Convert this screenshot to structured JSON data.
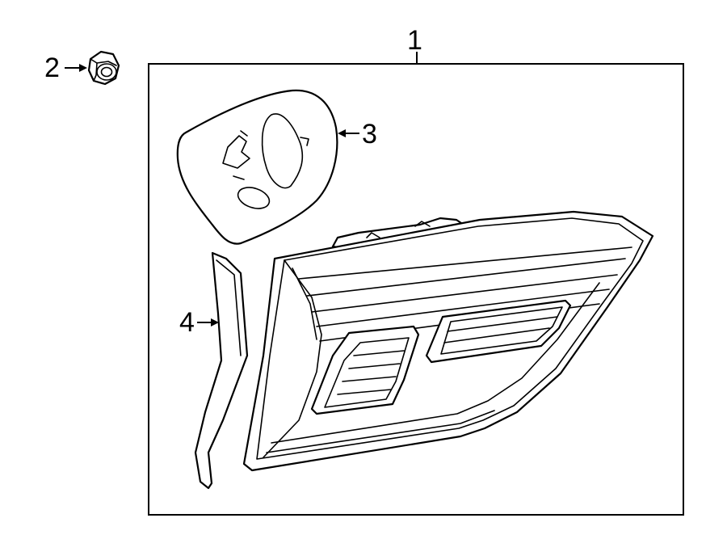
{
  "callouts": {
    "assembly": "1",
    "nut": "2",
    "gasket": "3",
    "seal": "4"
  },
  "colors": {
    "line": "#000000",
    "background": "#ffffff"
  }
}
